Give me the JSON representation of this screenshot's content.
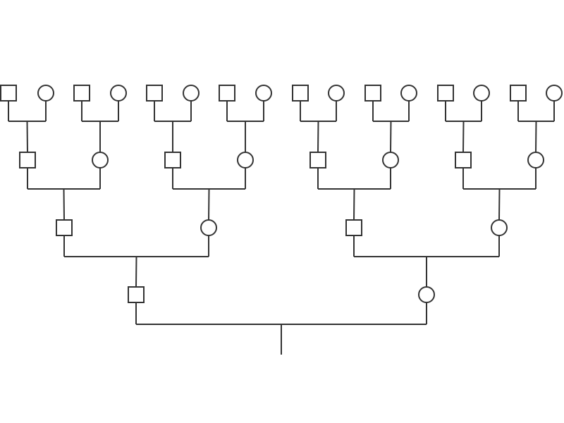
{
  "diagram": {
    "type": "pedigree-chart",
    "generations": 4,
    "symbol_key": {
      "male": "square",
      "female": "circle"
    },
    "individuals": [
      {
        "id": "g1-m",
        "sex": "male",
        "generation": 1
      },
      {
        "id": "g1-f",
        "sex": "female",
        "generation": 1
      },
      {
        "id": "g2-pm",
        "sex": "male",
        "generation": 2
      },
      {
        "id": "g2-pf",
        "sex": "female",
        "generation": 2
      },
      {
        "id": "g2-mm",
        "sex": "male",
        "generation": 2
      },
      {
        "id": "g2-mf",
        "sex": "female",
        "generation": 2
      },
      {
        "id": "g3-1m",
        "sex": "male",
        "generation": 3
      },
      {
        "id": "g3-1f",
        "sex": "female",
        "generation": 3
      },
      {
        "id": "g3-2m",
        "sex": "male",
        "generation": 3
      },
      {
        "id": "g3-2f",
        "sex": "female",
        "generation": 3
      },
      {
        "id": "g3-3m",
        "sex": "male",
        "generation": 3
      },
      {
        "id": "g3-3f",
        "sex": "female",
        "generation": 3
      },
      {
        "id": "g3-4m",
        "sex": "male",
        "generation": 3
      },
      {
        "id": "g3-4f",
        "sex": "female",
        "generation": 3
      },
      {
        "id": "g4-1m",
        "sex": "male",
        "generation": 4
      },
      {
        "id": "g4-1f",
        "sex": "female",
        "generation": 4
      },
      {
        "id": "g4-2m",
        "sex": "male",
        "generation": 4
      },
      {
        "id": "g4-2f",
        "sex": "female",
        "generation": 4
      },
      {
        "id": "g4-3m",
        "sex": "male",
        "generation": 4
      },
      {
        "id": "g4-3f",
        "sex": "female",
        "generation": 4
      },
      {
        "id": "g4-4m",
        "sex": "male",
        "generation": 4
      },
      {
        "id": "g4-4f",
        "sex": "female",
        "generation": 4
      },
      {
        "id": "g4-5m",
        "sex": "male",
        "generation": 4
      },
      {
        "id": "g4-5f",
        "sex": "female",
        "generation": 4
      },
      {
        "id": "g4-6m",
        "sex": "male",
        "generation": 4
      },
      {
        "id": "g4-6f",
        "sex": "female",
        "generation": 4
      },
      {
        "id": "g4-7m",
        "sex": "male",
        "generation": 4
      },
      {
        "id": "g4-7f",
        "sex": "female",
        "generation": 4
      },
      {
        "id": "g4-8m",
        "sex": "male",
        "generation": 4
      },
      {
        "id": "g4-8f",
        "sex": "female",
        "generation": 4
      }
    ],
    "colors": {
      "line": "#333333",
      "symbol_fill": "#ffffff",
      "background": "#ffffff"
    }
  }
}
